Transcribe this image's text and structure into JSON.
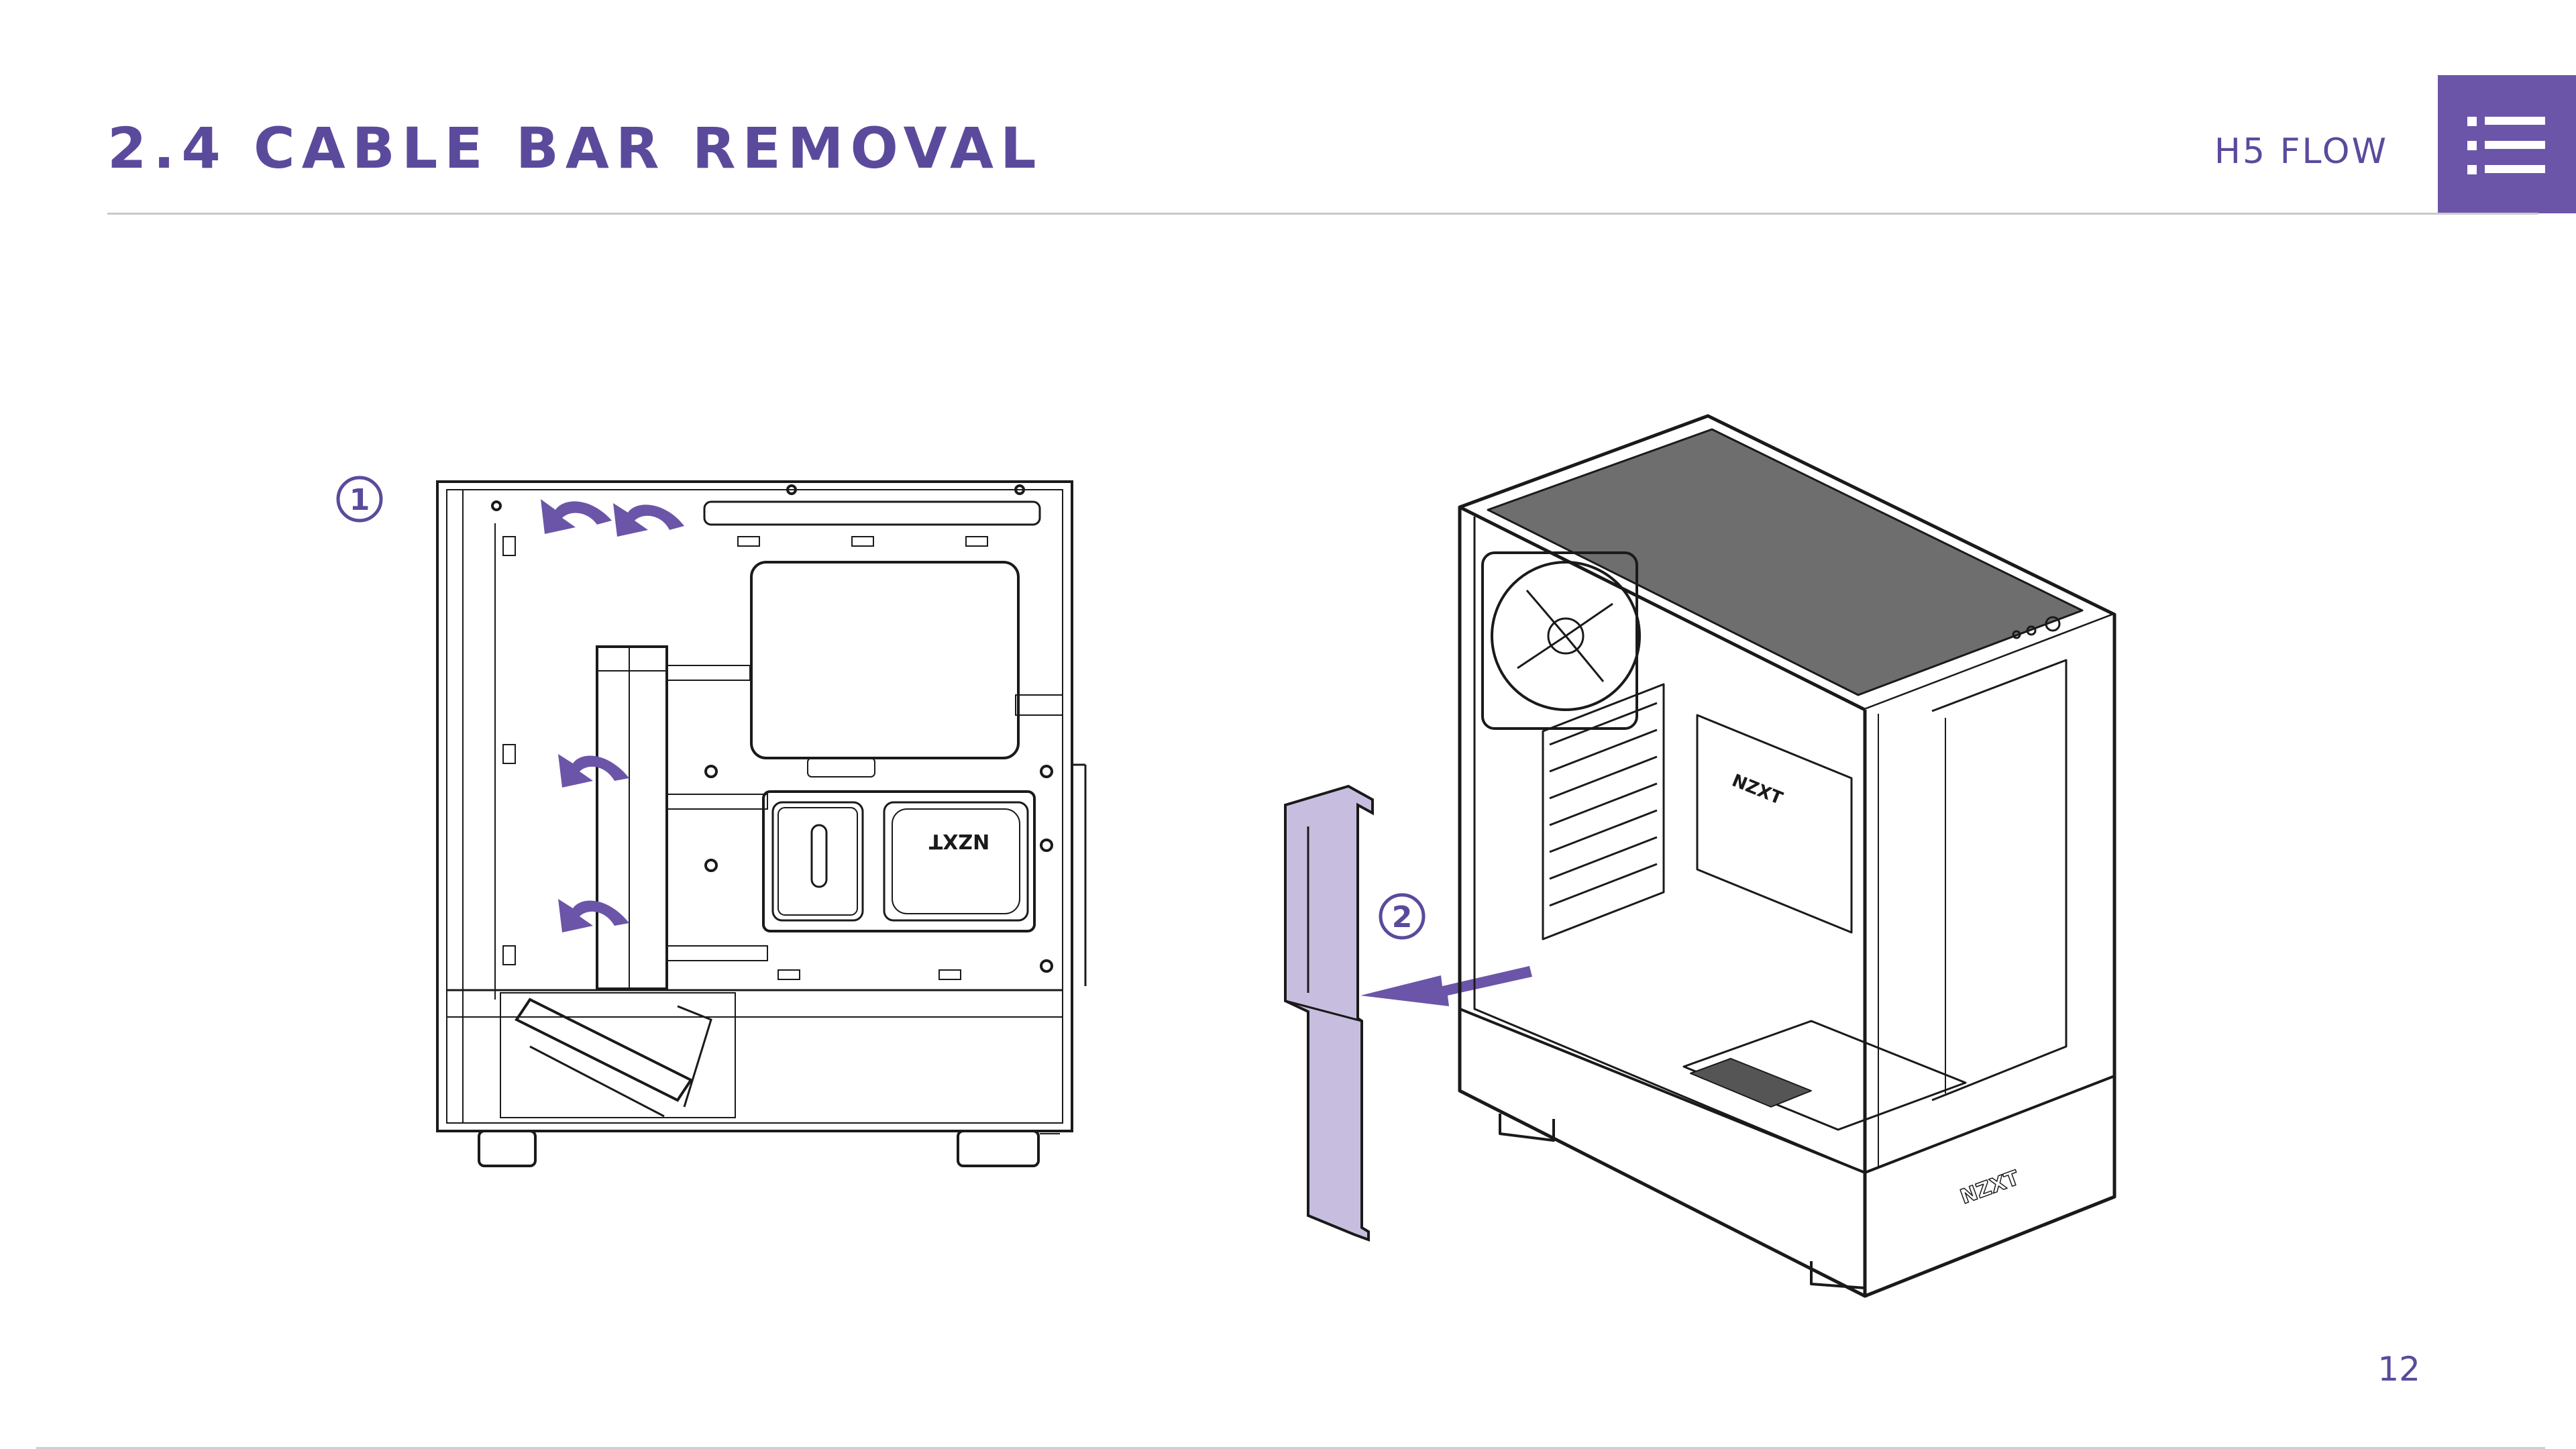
{
  "header": {
    "title": "2.4 CABLE BAR REMOVAL",
    "product": "H5 FLOW",
    "menu_icon": "hamburger-list-icon"
  },
  "steps": [
    {
      "number": "1"
    },
    {
      "number": "2"
    }
  ],
  "case_logo": "NZXT",
  "footer": {
    "page_number": "12"
  },
  "colors": {
    "accent": "#5b4a9c",
    "menu_background": "#6b55a8",
    "cable_bar_fill": "#c7bedf",
    "arrow": "#6b55a8",
    "line_art": "#1a1a1a"
  }
}
